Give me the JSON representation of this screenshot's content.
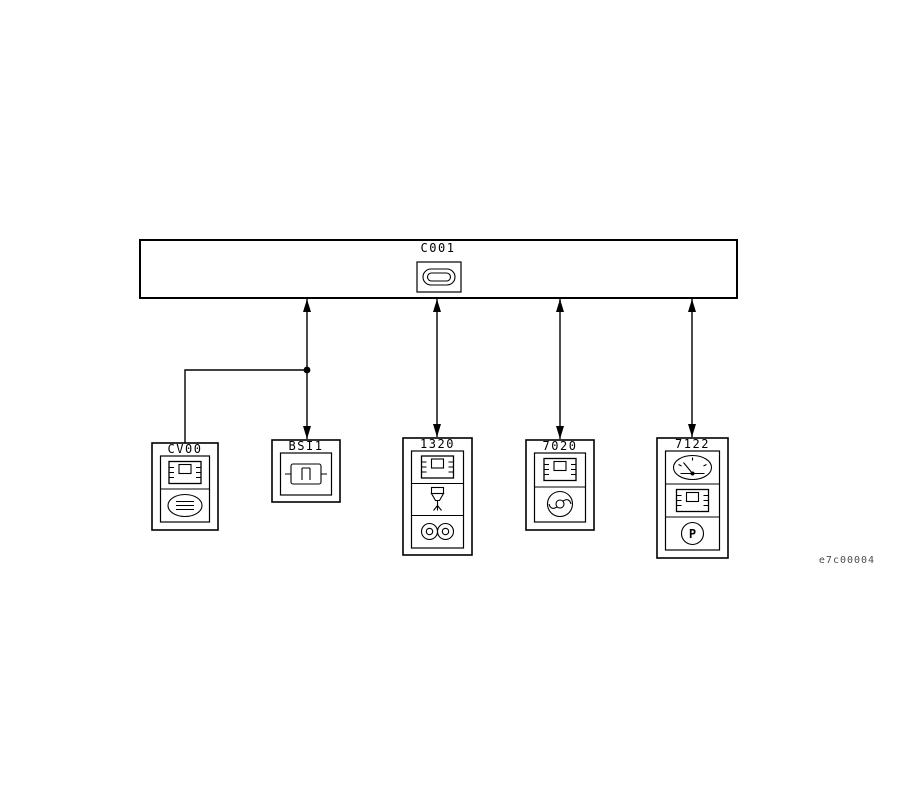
{
  "diagram": {
    "main_node": {
      "label": "C001",
      "icon": "oval-connector-icon"
    },
    "nodes": [
      {
        "label": "CV00",
        "icons": [
          "ecu-chip-icon",
          "display-oval-icon"
        ]
      },
      {
        "label": "BSI1",
        "icons": [
          "relay-icon"
        ]
      },
      {
        "label": "1320",
        "icons": [
          "ecu-chip-icon",
          "injector-icon",
          "dual-gauge-icon"
        ]
      },
      {
        "label": "7020",
        "icons": [
          "ecu-chip-icon",
          "pump-fan-icon"
        ]
      },
      {
        "label": "7122",
        "icons": [
          "speedometer-icon",
          "ecu-chip-icon",
          "parking-icon"
        ]
      }
    ],
    "parking_letter": "P",
    "reference": "e7c00004",
    "connections": [
      {
        "from": "C001",
        "to": "BSI1",
        "style": "double-arrow"
      },
      {
        "from": "C001",
        "to": "1320",
        "style": "double-arrow"
      },
      {
        "from": "C001",
        "to": "7020",
        "style": "double-arrow"
      },
      {
        "from": "C001",
        "to": "7122",
        "style": "double-arrow"
      },
      {
        "from": "BSI1-branch",
        "to": "CV00",
        "style": "plain"
      }
    ],
    "colors": {
      "line": "#000000",
      "background": "#ffffff"
    }
  }
}
